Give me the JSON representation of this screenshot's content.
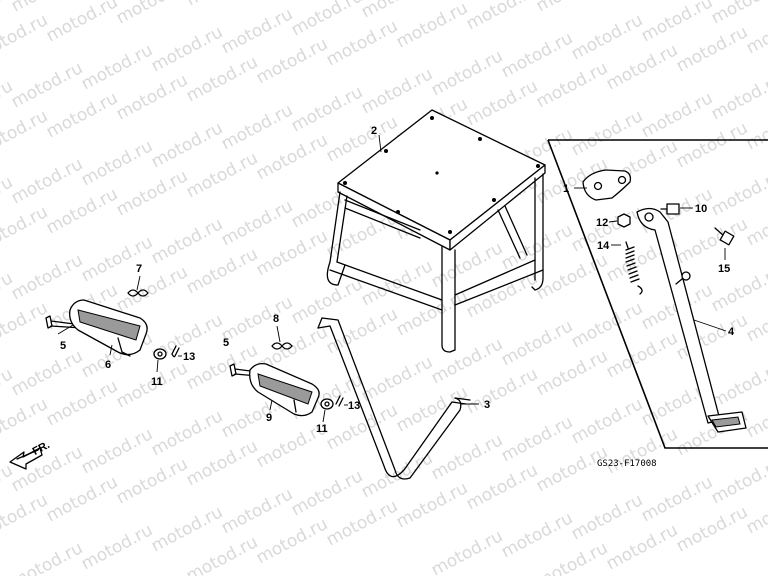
{
  "watermark": "motod.ru",
  "diagram_code": "GS23-F17008",
  "direction_label": "FR.",
  "callouts": [
    {
      "id": "c1",
      "text": "1"
    },
    {
      "id": "c2",
      "text": "2"
    },
    {
      "id": "c3",
      "text": "3"
    },
    {
      "id": "c4",
      "text": "4"
    },
    {
      "id": "c5a",
      "text": "5"
    },
    {
      "id": "c5b",
      "text": "5"
    },
    {
      "id": "c6",
      "text": "6"
    },
    {
      "id": "c7",
      "text": "7"
    },
    {
      "id": "c8",
      "text": "8"
    },
    {
      "id": "c9",
      "text": "9"
    },
    {
      "id": "c10",
      "text": "10"
    },
    {
      "id": "c11a",
      "text": "11"
    },
    {
      "id": "c11b",
      "text": "11"
    },
    {
      "id": "c12",
      "text": "12"
    },
    {
      "id": "c13a",
      "text": "13"
    },
    {
      "id": "c13b",
      "text": "13"
    },
    {
      "id": "c14",
      "text": "14"
    },
    {
      "id": "c15",
      "text": "15"
    }
  ]
}
